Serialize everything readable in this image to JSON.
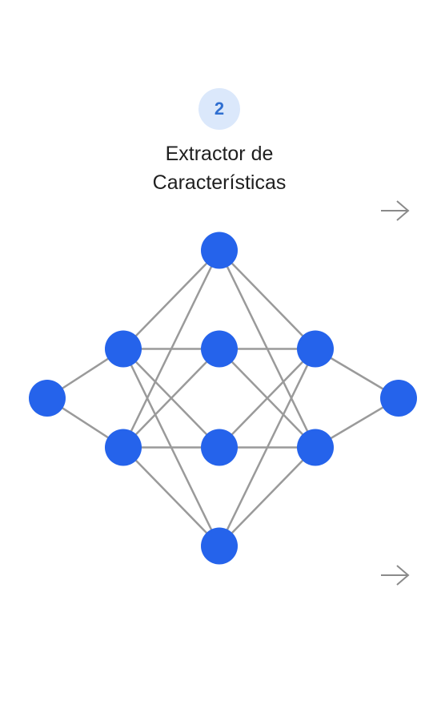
{
  "step": {
    "number": "2",
    "title_line1": "Extractor de",
    "title_line2": "Características"
  },
  "icons": {
    "next_top": "arrow-right-icon",
    "next_bottom": "arrow-right-icon"
  },
  "network": {
    "layers": [
      1,
      2,
      4,
      2,
      1
    ],
    "connectivity": "fully-connected",
    "colors": {
      "node": "#2563eb",
      "edge": "#9a9a9a",
      "badge_bg": "#dbe8fb",
      "badge_text": "#2f6fd1",
      "arrow": "#8a8a8a"
    }
  }
}
